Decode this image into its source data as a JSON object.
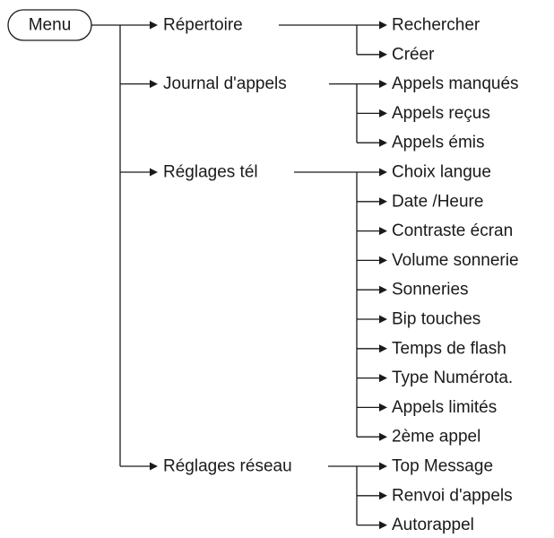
{
  "root": {
    "label": "Menu"
  },
  "branches": [
    {
      "label": "Répertoire",
      "children": [
        "Rechercher",
        "Créer"
      ]
    },
    {
      "label": "Journal d'appels",
      "children": [
        "Appels manqués",
        "Appels reçus",
        "Appels émis"
      ]
    },
    {
      "label": "Réglages tél",
      "children": [
        "Choix langue",
        "Date /Heure",
        "Contraste écran",
        "Volume sonnerie",
        "Sonneries",
        "Bip touches",
        "Temps de flash",
        "Type Numérota.",
        "Appels limités",
        "2ème appel"
      ]
    },
    {
      "label": "Réglages réseau",
      "children": [
        "Top Message",
        "Renvoi d'appels",
        "Autorappel"
      ]
    }
  ]
}
